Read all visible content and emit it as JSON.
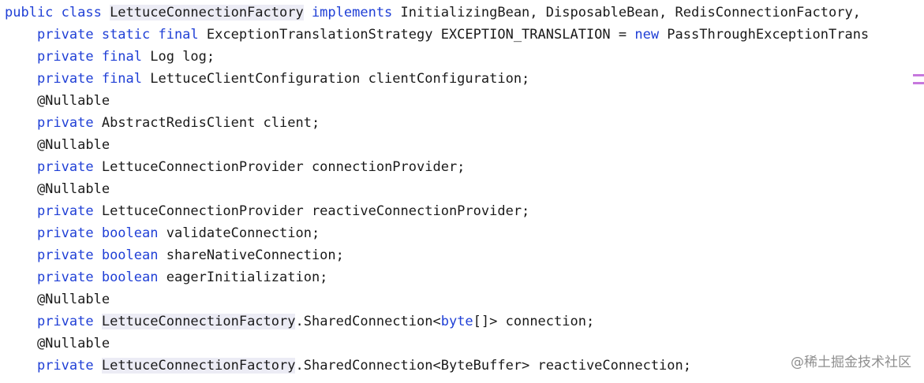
{
  "code_lines": [
    [
      {
        "t": "public class ",
        "k": "kw"
      },
      {
        "t": "LettuceConnectionFactory",
        "k": "hl"
      },
      {
        "t": " implements ",
        "k": "kw"
      },
      {
        "t": "InitializingBean, DisposableBean, RedisConnectionFactory,",
        "k": "plain"
      }
    ],
    [
      {
        "t": "    ",
        "k": "plain"
      },
      {
        "t": "private static final ",
        "k": "kw"
      },
      {
        "t": "ExceptionTranslationStrategy EXCEPTION_TRANSLATION = ",
        "k": "plain"
      },
      {
        "t": "new ",
        "k": "kw"
      },
      {
        "t": "PassThroughExceptionTrans",
        "k": "plain"
      }
    ],
    [
      {
        "t": "    ",
        "k": "plain"
      },
      {
        "t": "private final ",
        "k": "kw"
      },
      {
        "t": "Log log;",
        "k": "plain"
      }
    ],
    [
      {
        "t": "    ",
        "k": "plain"
      },
      {
        "t": "private final ",
        "k": "kw"
      },
      {
        "t": "LettuceClientConfiguration clientConfiguration;",
        "k": "plain"
      }
    ],
    [
      {
        "t": "    @Nullable",
        "k": "plain"
      }
    ],
    [
      {
        "t": "    ",
        "k": "plain"
      },
      {
        "t": "private ",
        "k": "kw"
      },
      {
        "t": "AbstractRedisClient client;",
        "k": "plain"
      }
    ],
    [
      {
        "t": "    @Nullable",
        "k": "plain"
      }
    ],
    [
      {
        "t": "    ",
        "k": "plain"
      },
      {
        "t": "private ",
        "k": "kw"
      },
      {
        "t": "LettuceConnectionProvider connectionProvider;",
        "k": "plain"
      }
    ],
    [
      {
        "t": "    @Nullable",
        "k": "plain"
      }
    ],
    [
      {
        "t": "    ",
        "k": "plain"
      },
      {
        "t": "private ",
        "k": "kw"
      },
      {
        "t": "LettuceConnectionProvider reactiveConnectionProvider;",
        "k": "plain"
      }
    ],
    [
      {
        "t": "    ",
        "k": "plain"
      },
      {
        "t": "private boolean ",
        "k": "kw"
      },
      {
        "t": "validateConnection;",
        "k": "plain"
      }
    ],
    [
      {
        "t": "    ",
        "k": "plain"
      },
      {
        "t": "private boolean ",
        "k": "kw"
      },
      {
        "t": "shareNativeConnection;",
        "k": "plain"
      }
    ],
    [
      {
        "t": "    ",
        "k": "plain"
      },
      {
        "t": "private boolean ",
        "k": "kw"
      },
      {
        "t": "eagerInitialization;",
        "k": "plain"
      }
    ],
    [
      {
        "t": "    @Nullable",
        "k": "plain"
      }
    ],
    [
      {
        "t": "    ",
        "k": "plain"
      },
      {
        "t": "private ",
        "k": "kw"
      },
      {
        "t": "LettuceConnectionFactory",
        "k": "hl"
      },
      {
        "t": ".SharedConnection<",
        "k": "plain"
      },
      {
        "t": "byte",
        "k": "kw"
      },
      {
        "t": "[]> connection;",
        "k": "plain"
      }
    ],
    [
      {
        "t": "    @Nullable",
        "k": "plain"
      }
    ],
    [
      {
        "t": "    ",
        "k": "plain"
      },
      {
        "t": "private ",
        "k": "kw"
      },
      {
        "t": "LettuceConnectionFactory",
        "k": "hl"
      },
      {
        "t": ".SharedConnection<ByteBuffer> reactiveConnection;",
        "k": "plain"
      }
    ]
  ],
  "watermark": "@稀土掘金技术社区",
  "colors": {
    "keyword": "#1f3fd6",
    "highlight": "#ececf5",
    "marker": "#c678dd",
    "text": "#1a1a1a"
  }
}
